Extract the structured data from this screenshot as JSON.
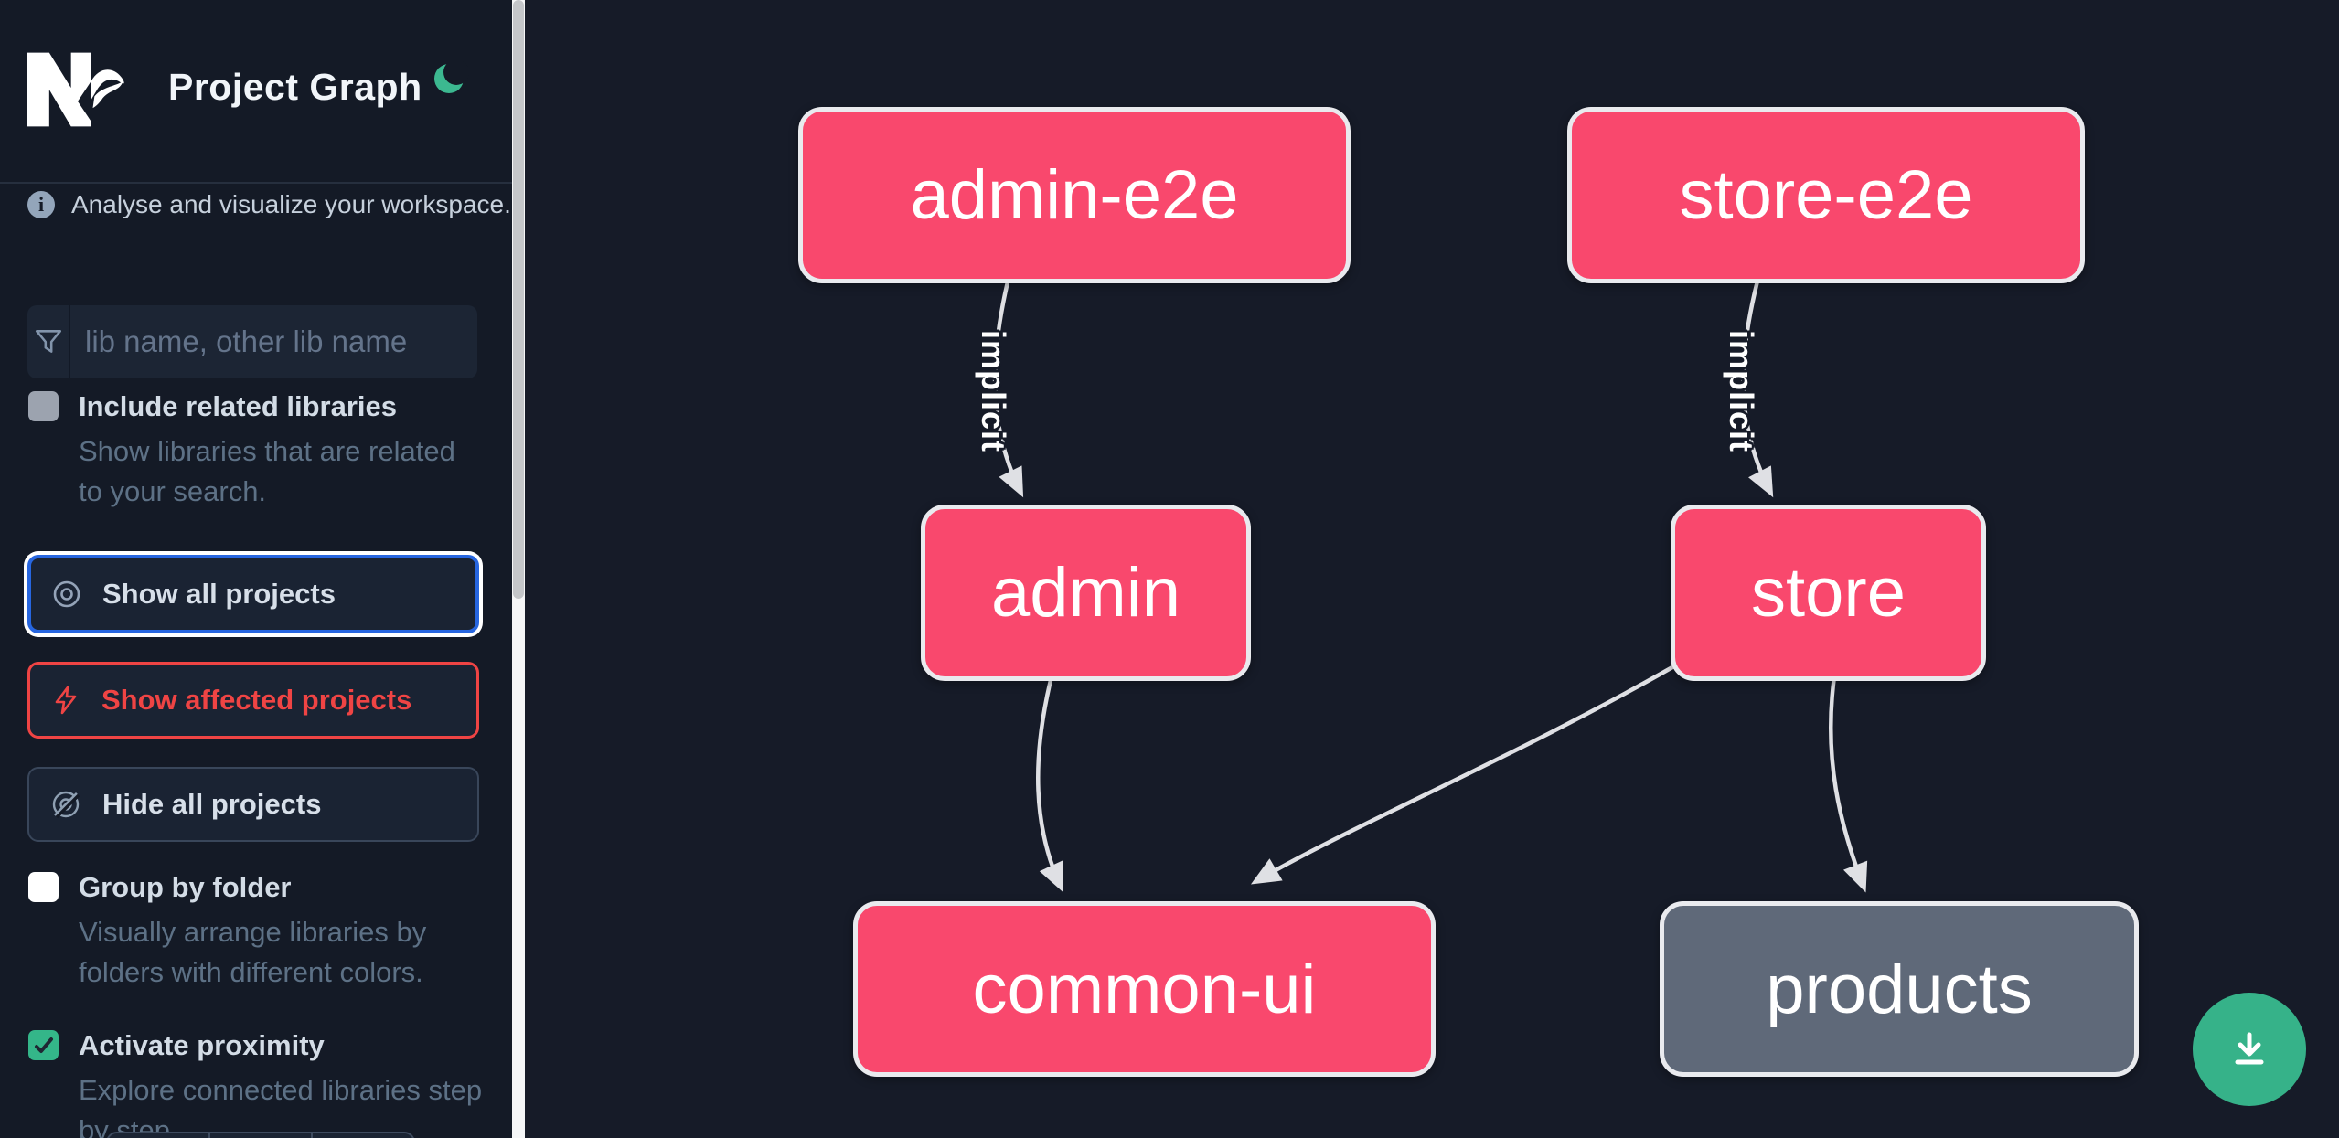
{
  "header": {
    "logo": "Nx",
    "title": "Project Graph",
    "theme_icon": "moon-icon"
  },
  "sidebar": {
    "tagline": "Analyse and visualize your workspace.",
    "search": {
      "placeholder": "lib name, other lib name",
      "icon": "funnel-icon"
    },
    "toggles": [
      {
        "label": "Include related libraries",
        "desc": "Show libraries that are related to your search.",
        "checked": false
      },
      {
        "label": "Group by folder",
        "desc": "Visually arrange libraries by folders with different colors.",
        "checked": false
      },
      {
        "label": "Activate proximity",
        "desc": "Explore connected libraries step by step.",
        "checked": true
      }
    ],
    "actions": [
      {
        "label": "Show all projects",
        "icon": "eye-icon",
        "state": "focused"
      },
      {
        "label": "Show affected projects",
        "icon": "bolt-icon",
        "state": "affected"
      },
      {
        "label": "Hide all projects",
        "icon": "eye-off-icon",
        "state": "default"
      }
    ]
  },
  "graph": {
    "nodes": [
      {
        "label": "admin-e2e",
        "kind": "app"
      },
      {
        "label": "store-e2e",
        "kind": "app"
      },
      {
        "label": "admin",
        "kind": "app"
      },
      {
        "label": "store",
        "kind": "app"
      },
      {
        "label": "common-ui",
        "kind": "lib"
      },
      {
        "label": "products",
        "kind": "lib-unfocused"
      }
    ],
    "edges": [
      {
        "from": "admin-e2e",
        "to": "admin",
        "label": "implicit"
      },
      {
        "from": "store-e2e",
        "to": "store",
        "label": "implicit"
      },
      {
        "from": "admin",
        "to": "common-ui",
        "label": ""
      },
      {
        "from": "store",
        "to": "common-ui",
        "label": ""
      },
      {
        "from": "store",
        "to": "products",
        "label": ""
      }
    ]
  },
  "fab": {
    "icon": "download-icon"
  },
  "colors": {
    "node_pink": "#f9486d",
    "node_gray": "#5f6979",
    "node_border": "#e9eaee",
    "edge": "#dfe0e4",
    "accent_blue": "#2766e0",
    "accent_red": "#ef4444",
    "accent_green": "#34b689",
    "fab_green": "#36b289",
    "sidebar_bg": "#141a26",
    "canvas_bg": "#161b28"
  }
}
